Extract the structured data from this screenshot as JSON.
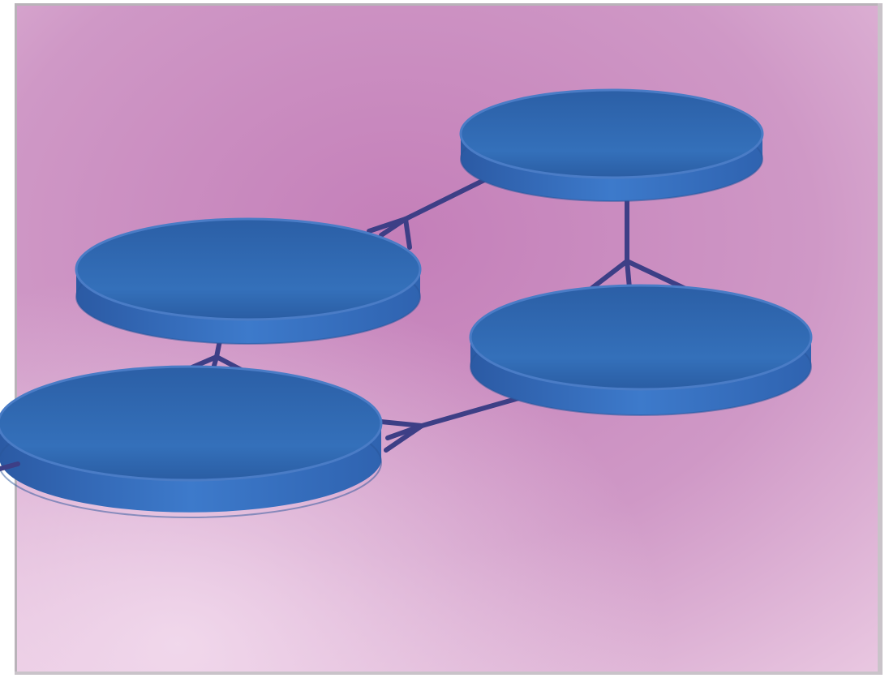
{
  "scene": {
    "description_free": true,
    "objects": [
      {
        "kind": "disc",
        "id": "disc-top-right"
      },
      {
        "kind": "disc",
        "id": "disc-middle-left"
      },
      {
        "kind": "disc",
        "id": "disc-middle-right"
      },
      {
        "kind": "disc",
        "id": "disc-bottom-left"
      },
      {
        "kind": "link",
        "from": "disc-middle-left",
        "to": "disc-top-right"
      },
      {
        "kind": "link",
        "from": "disc-top-right",
        "to": "disc-middle-right"
      },
      {
        "kind": "link",
        "from": "disc-middle-left",
        "to": "disc-bottom-left"
      },
      {
        "kind": "link",
        "from": "disc-bottom-left",
        "to": "disc-middle-right"
      }
    ]
  },
  "colors": {
    "background": "#c98fc0",
    "background_light": "#e6c4df",
    "disc_top": "#2f68b0",
    "disc_top_dark": "#1f4f92",
    "disc_side": "#3a74c4",
    "disc_side_dark": "#2a5aa6",
    "disc_rim": "#5585cc",
    "link": "#3d3f86",
    "frame": "#b8b2b8"
  }
}
